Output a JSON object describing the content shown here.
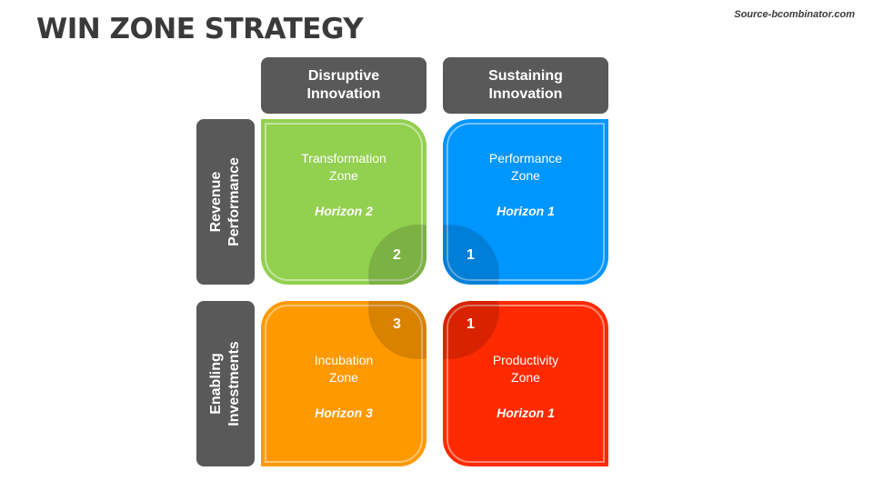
{
  "title": "WIN ZONE STRATEGY",
  "source": "Source-bcombinator.com",
  "columns": [
    {
      "line1": "Disruptive",
      "line2": "Innovation"
    },
    {
      "line1": "Sustaining",
      "line2": "Innovation"
    }
  ],
  "rows": [
    {
      "line1": "Revenue",
      "line2": "Performance"
    },
    {
      "line1": "Enabling",
      "line2": "Investments"
    }
  ],
  "zones": [
    {
      "line1": "Transformation",
      "line2": "Zone",
      "horizon": "Horizon 2",
      "number": "2",
      "color": "#92d050"
    },
    {
      "line1": "Performance",
      "line2": "Zone",
      "horizon": "Horizon 1",
      "number": "1",
      "color": "#0096ff"
    },
    {
      "line1": "Incubation",
      "line2": "Zone",
      "horizon": "Horizon 3",
      "number": "3",
      "color": "#ff9900"
    },
    {
      "line1": "Productivity",
      "line2": "Zone",
      "horizon": "Horizon 1",
      "number": "1",
      "color": "#ff2a00"
    }
  ]
}
